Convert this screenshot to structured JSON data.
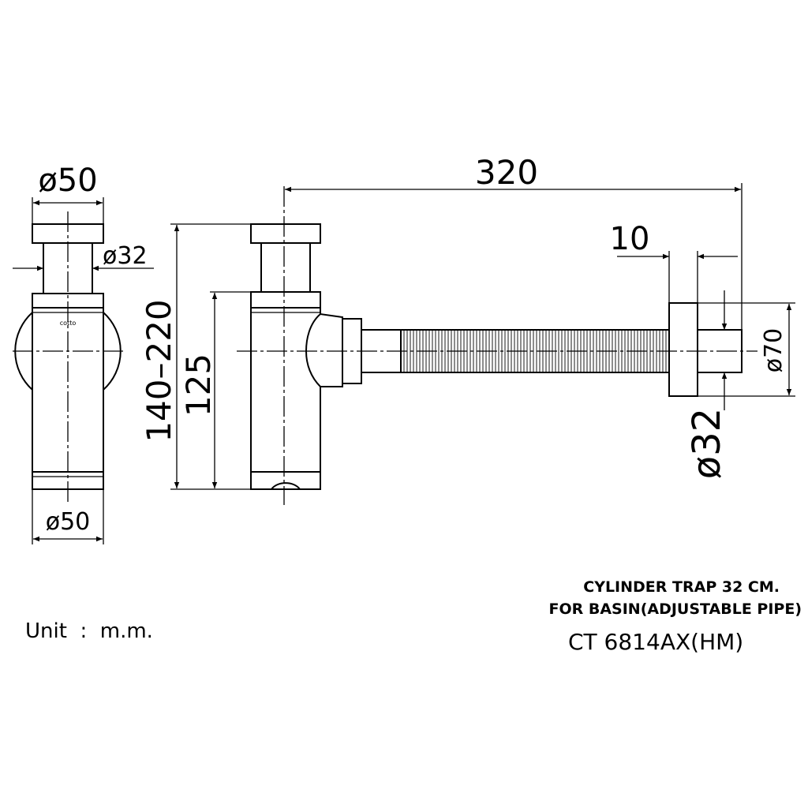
{
  "drawing": {
    "side_view": {
      "top_diameter": "ø50",
      "pipe_diameter": "ø32",
      "bottom_diameter": "ø50",
      "brand_mark": "cotto"
    },
    "front_view": {
      "total_length": "320",
      "height_range": "140–220",
      "outlet_height": "125",
      "flange_depth": "10",
      "flange_diameter": "ø70",
      "outlet_diameter": "ø32"
    },
    "title_block": {
      "line1": "CYLINDER TRAP 32 CM.",
      "line2": "FOR BASIN(ADJUSTABLE PIPE)",
      "model": "CT 6814AX(HM)"
    },
    "unit_note": "Unit  :  m.m."
  }
}
